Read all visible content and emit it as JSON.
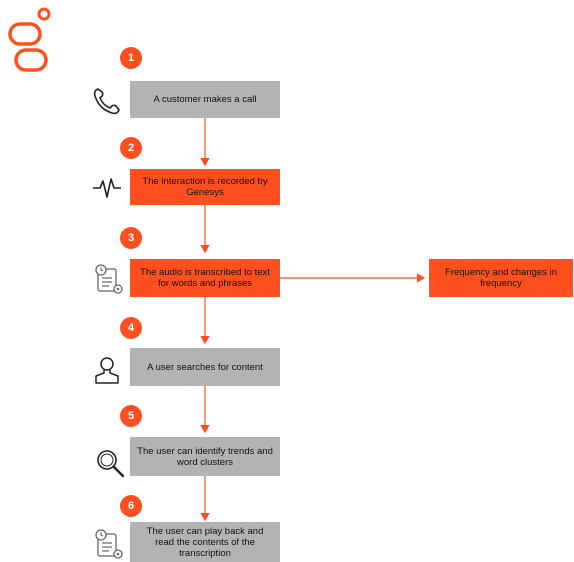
{
  "brand": {
    "accent": "#FF4F1F",
    "grey": "#B3B3B3"
  },
  "steps": [
    {
      "number": "1",
      "text": "A customer makes a call",
      "style": "grey",
      "icon": "phone-icon"
    },
    {
      "number": "2",
      "text": "The interaction is recorded by Genesys",
      "style": "orange",
      "icon": "waveform-icon"
    },
    {
      "number": "3",
      "text": "The audio is transcribed to text for words and phrases",
      "style": "orange",
      "icon": "document-clock-gear-icon"
    },
    {
      "number": "4",
      "text": "A user searches for content",
      "style": "grey",
      "icon": "user-icon"
    },
    {
      "number": "5",
      "text": "The user can identify trends and word clusters",
      "style": "grey",
      "icon": "magnifier-icon"
    },
    {
      "number": "6",
      "text": "The user can play back and read the contents of the transcription",
      "style": "grey",
      "icon": "document-clock-gear-icon"
    }
  ],
  "side_box": {
    "text": "Frequency and changes in frequency",
    "style": "orange"
  }
}
